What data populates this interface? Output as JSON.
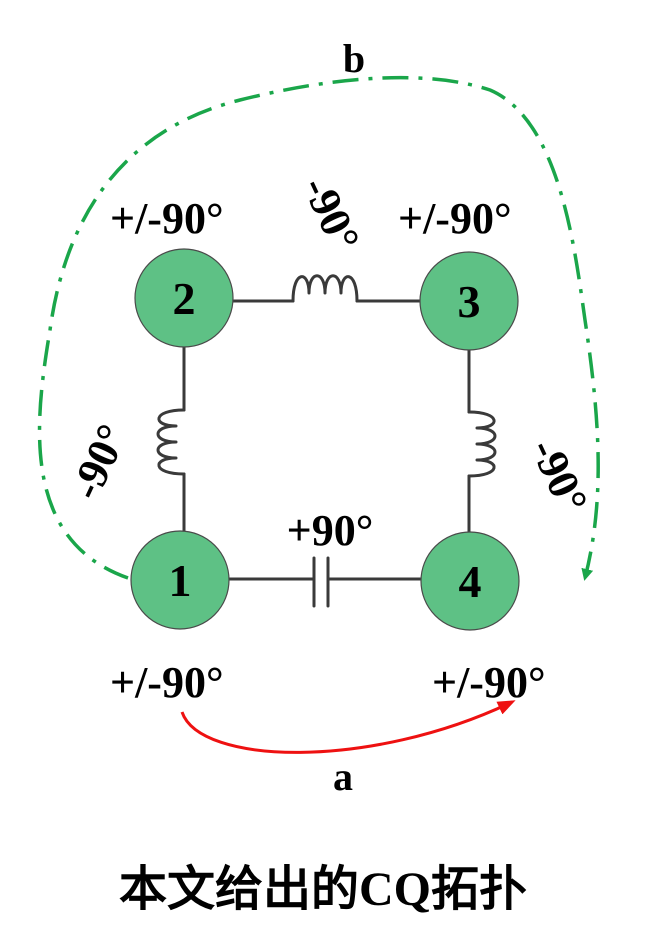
{
  "colors": {
    "node_fill": "#5ec185",
    "green_path": "#1aa64a",
    "red_path": "#ee1111",
    "wire": "#3a3a3a"
  },
  "nodes": {
    "n1": "1",
    "n2": "2",
    "n3": "3",
    "n4": "4"
  },
  "node_phases": {
    "n1": "+/-90°",
    "n2": "+/-90°",
    "n3": "+/-90°",
    "n4": "+/-90°"
  },
  "branches": {
    "inductor_2_3": "-90°",
    "inductor_1_2": "-90°",
    "inductor_3_4": "-90°",
    "capacitor_1_4": "+90°"
  },
  "paths": {
    "a": "a",
    "b": "b"
  },
  "caption": "本文给出的CQ拓扑"
}
